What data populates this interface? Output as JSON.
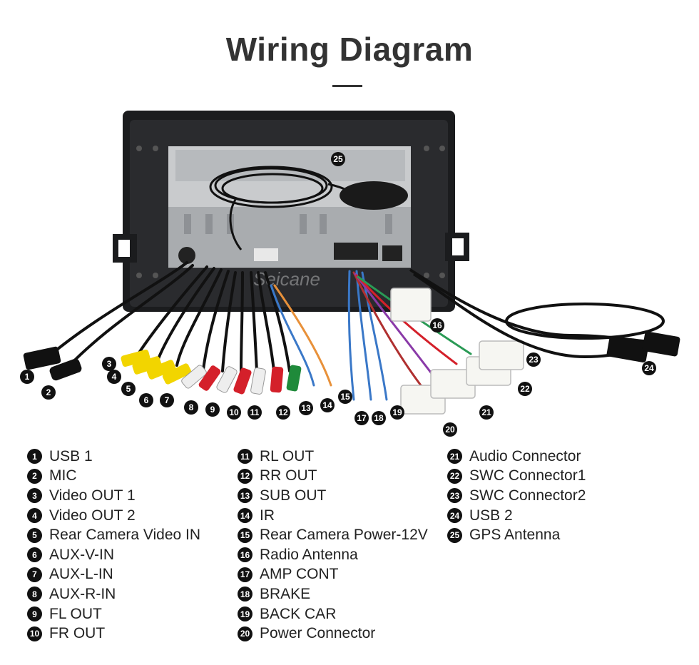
{
  "title": "Wiring Diagram",
  "watermark": "Seicane",
  "callouts": {
    "n1": "1",
    "n2": "2",
    "n3": "3",
    "n4": "4",
    "n5": "5",
    "n6": "6",
    "n7": "7",
    "n8": "8",
    "n9": "9",
    "n10": "10",
    "n11": "11",
    "n12": "12",
    "n13": "13",
    "n14": "14",
    "n15": "15",
    "n16": "16",
    "n17": "17",
    "n18": "18",
    "n19": "19",
    "n20": "20",
    "n21": "21",
    "n22": "22",
    "n23": "23",
    "n24": "24",
    "n25": "25"
  },
  "legend": {
    "col1": [
      {
        "num": "1",
        "label": "USB 1"
      },
      {
        "num": "2",
        "label": "MIC"
      },
      {
        "num": "3",
        "label": "Video OUT 1"
      },
      {
        "num": "4",
        "label": "Video OUT 2"
      },
      {
        "num": "5",
        "label": "Rear Camera Video IN"
      },
      {
        "num": "6",
        "label": "AUX-V-IN"
      },
      {
        "num": "7",
        "label": "AUX-L-IN"
      },
      {
        "num": "8",
        "label": "AUX-R-IN"
      },
      {
        "num": "9",
        "label": "FL OUT"
      },
      {
        "num": "10",
        "label": "FR OUT"
      }
    ],
    "col2": [
      {
        "num": "11",
        "label": "RL OUT"
      },
      {
        "num": "12",
        "label": "RR OUT"
      },
      {
        "num": "13",
        "label": "SUB OUT"
      },
      {
        "num": "14",
        "label": "IR"
      },
      {
        "num": "15",
        "label": "Rear Camera Power-12V"
      },
      {
        "num": "16",
        "label": "Radio Antenna"
      },
      {
        "num": "17",
        "label": "AMP CONT"
      },
      {
        "num": "18",
        "label": "BRAKE"
      },
      {
        "num": "19",
        "label": "BACK CAR"
      },
      {
        "num": "20",
        "label": "Power Connector"
      }
    ],
    "col3": [
      {
        "num": "21",
        "label": "Audio Connector"
      },
      {
        "num": "22",
        "label": "SWC Connector1"
      },
      {
        "num": "23",
        "label": "SWC Connector2"
      },
      {
        "num": "24",
        "label": "USB 2"
      },
      {
        "num": "25",
        "label": "GPS Antenna"
      }
    ]
  },
  "colors": {
    "black": "#111111",
    "yellow": "#f2d500",
    "red": "#d4202a",
    "white_rca": "#f2f2f2",
    "green": "#1f8a3a",
    "blue": "#3a78c8",
    "connector": "#f6f6f2"
  }
}
